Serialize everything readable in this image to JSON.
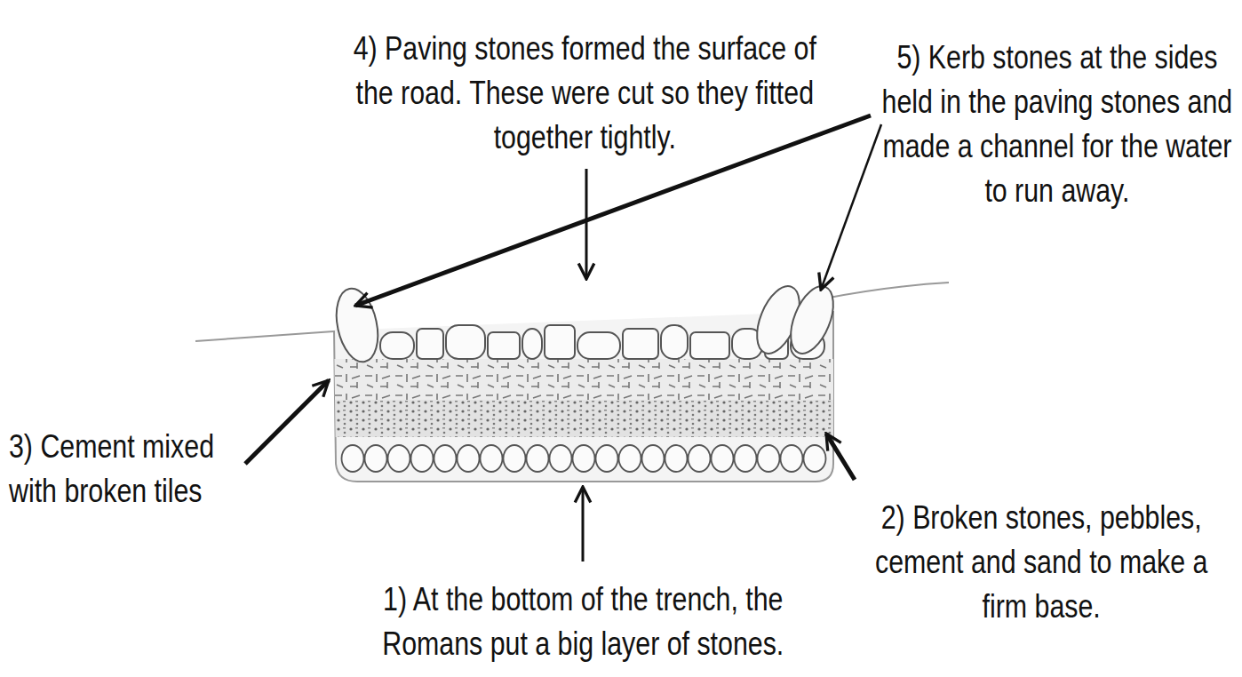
{
  "diagram": {
    "labels": [
      "4) Paving stones formed the surface of the road. These were cut so they fitted together tightly.",
      "5) Kerb stones at the sides held in the paving stones and made a channel for the water to run away.",
      "3) Cement mixed with broken tiles",
      "2) Broken stones, pebbles, cement and sand to make a firm base.",
      "1) At the bottom of the trench, the Romans put a big layer of stones."
    ]
  }
}
